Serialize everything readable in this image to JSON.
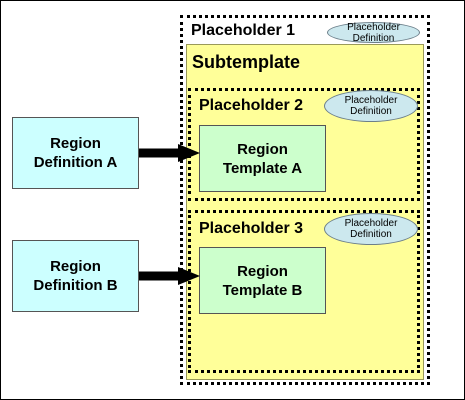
{
  "placeholder1": {
    "title": "Placeholder 1",
    "definition": "Placeholder Definition"
  },
  "subtemplate": {
    "title": "Subtemplate"
  },
  "placeholder2": {
    "title": "Placeholder 2",
    "definition_line1": "Placeholder",
    "definition_line2": "Definition"
  },
  "placeholder3": {
    "title": "Placeholder 3",
    "definition_line1": "Placeholder",
    "definition_line2": "Definition"
  },
  "region_template_a": {
    "line1": "Region",
    "line2": "Template A"
  },
  "region_template_b": {
    "line1": "Region",
    "line2": "Template B"
  },
  "region_definition_a": {
    "line1": "Region",
    "line2": "Definition A"
  },
  "region_definition_b": {
    "line1": "Region",
    "line2": "Definition B"
  },
  "colors": {
    "placeholder_fill": "#ffff99",
    "region_template_fill": "#ccffcc",
    "region_definition_fill": "#ccffff",
    "definition_ellipse_fill": "#cce8ee",
    "arrow": "#000000"
  }
}
